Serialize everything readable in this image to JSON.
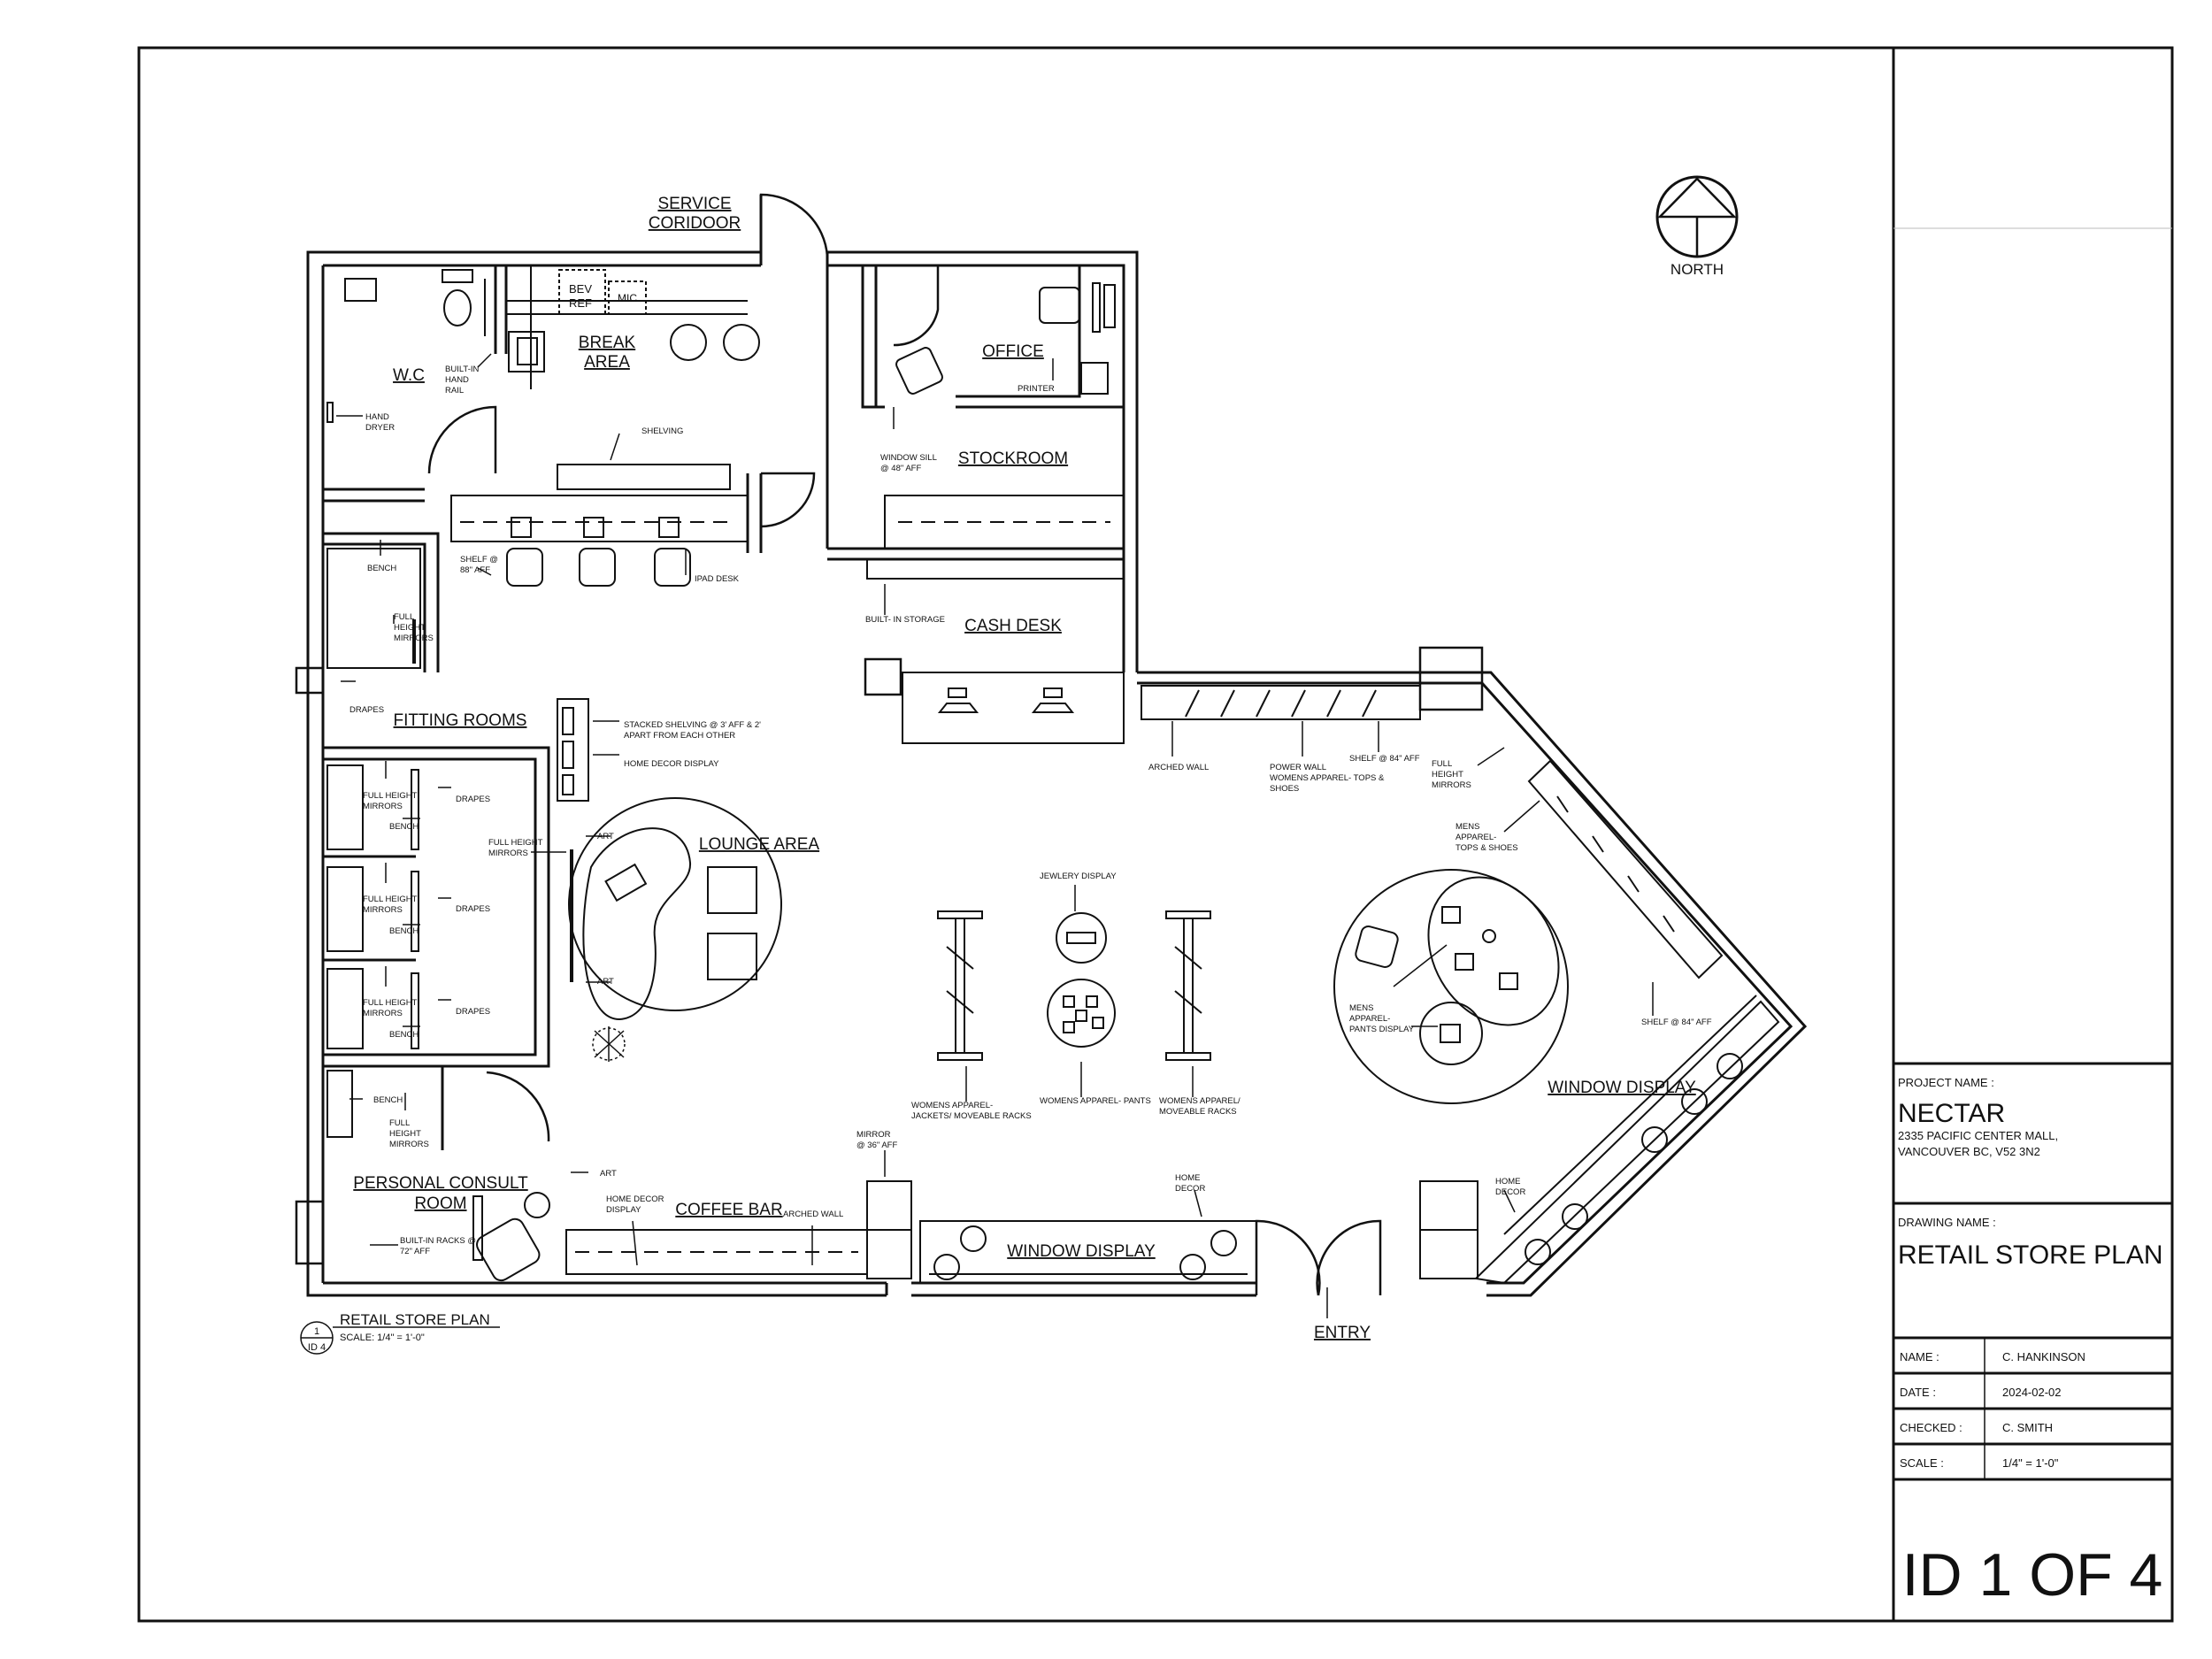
{
  "north_label": "NORTH",
  "rooms": {
    "service_corridor": [
      "SERVICE",
      "CORIDOOR"
    ],
    "wc": "W.C",
    "break_area": [
      "BREAK",
      "AREA"
    ],
    "office": "OFFICE",
    "stockroom": "STOCKROOM",
    "cash_desk": "CASH DESK",
    "fitting_rooms": "FITTING ROOMS",
    "lounge_area": "LOUNGE AREA",
    "personal_consult": [
      "PERSONAL CONSULT",
      "ROOM"
    ],
    "coffee_bar": "COFFEE BAR",
    "window_display_south": "WINDOW DISPLAY",
    "window_display_east": "WINDOW DISPLAY",
    "entry": "ENTRY"
  },
  "fixtures": {
    "bev_ref": [
      "BEV",
      "REF"
    ],
    "mic": "MIC"
  },
  "notes": {
    "built_in_hand_rail": [
      "BUILT-IN",
      "HAND",
      "RAIL"
    ],
    "hand_dryer": [
      "HAND",
      "DRYER"
    ],
    "shelving": "SHELVING",
    "window_sill": [
      "WINDOW SILL",
      "@ 48\" AFF"
    ],
    "printer": "PRINTER",
    "bench_top": "BENCH",
    "shelf_88": [
      "SHELF @",
      "88\" AFF"
    ],
    "ipad_desk": "IPAD DESK",
    "full_height_mirrors_top": [
      "FULL",
      "HEIGHT",
      "MIRRORS"
    ],
    "built_in_storage": "BUILT- IN STORAGE",
    "drapes_left": "DRAPES",
    "stacked_shelving": [
      "STACKED SHELVING @ 3' AFF & 2'",
      "APART FROM EACH OTHER"
    ],
    "home_decor_display_top": "HOME DECOR DISPLAY",
    "fr1_mirrors": [
      "FULL HEIGHT",
      "MIRRORS"
    ],
    "fr1_drapes": "DRAPES",
    "fr1_bench": "BENCH",
    "fr2_mirrors": [
      "FULL HEIGHT",
      "MIRRORS"
    ],
    "fr2_drapes": "DRAPES",
    "fr2_bench": "BENCH",
    "fr3_mirrors": [
      "FULL HEIGHT",
      "MIRRORS"
    ],
    "fr3_drapes": "DRAPES",
    "fr3_bench": "BENCH",
    "lounge_mirrors": [
      "FULL HEIGHT",
      "MIRRORS"
    ],
    "art_top": "ART",
    "art_bottom": "ART",
    "bench_consult": "BENCH",
    "consult_mirrors": [
      "FULL",
      "HEIGHT",
      "MIRRORS"
    ],
    "art_consult": "ART",
    "built_in_racks": [
      "BUILT-IN RACKS @",
      "72\" AFF"
    ],
    "home_decor_display_bottom": [
      "HOME DECOR",
      "DISPLAY"
    ],
    "arched_wall_bottom": "ARCHED WALL",
    "mirror_36": [
      "MIRROR",
      "@ 36\" AFF"
    ],
    "home_decor_mid": [
      "HOME",
      "DECOR"
    ],
    "home_decor_right": [
      "HOME",
      "DECOR"
    ],
    "arched_wall_top": "ARCHED WALL",
    "power_wall": [
      "POWER WALL",
      "WOMENS APPAREL- TOPS &",
      "SHOES"
    ],
    "shelf_84_top": "SHELF @ 84\" AFF",
    "full_height_mirrors_right": [
      "FULL",
      "HEIGHT",
      "MIRRORS"
    ],
    "mens_tops": [
      "MENS",
      "APPAREL-",
      "TOPS & SHOES"
    ],
    "jewelry_display": "JEWLERY DISPLAY",
    "womens_jackets": [
      "WOMENS APPAREL-",
      "JACKETS/ MOVEABLE RACKS"
    ],
    "womens_pants": "WOMENS APPAREL- PANTS",
    "womens_racks": [
      "WOMENS APPAREL/",
      "MOVEABLE RACKS"
    ],
    "mens_pants": [
      "MENS",
      "APPAREL-",
      "PANTS DISPLAY"
    ],
    "shelf_84_right": "SHELF @ 84\" AFF"
  },
  "drawing_tag": {
    "number": "1",
    "sheet": "ID 4",
    "title": "RETAIL STORE PLAN",
    "scale": "SCALE: 1/4\" = 1'-0\""
  },
  "title_block": {
    "project_name_label": "PROJECT NAME :",
    "project_name": "NECTAR",
    "address_line1": "2335 PACIFIC CENTER MALL,",
    "address_line2": "VANCOUVER BC, V52 3N2",
    "drawing_name_label": "DRAWING NAME :",
    "drawing_name": "RETAIL STORE PLAN",
    "rows": [
      {
        "label": "NAME :",
        "value": "C. HANKINSON"
      },
      {
        "label": "DATE :",
        "value": "2024-02-02"
      },
      {
        "label": "CHECKED :",
        "value": "C. SMITH"
      },
      {
        "label": "SCALE :",
        "value": "1/4\" = 1'-0\""
      }
    ],
    "sheet_number": "ID 1 OF 4"
  }
}
